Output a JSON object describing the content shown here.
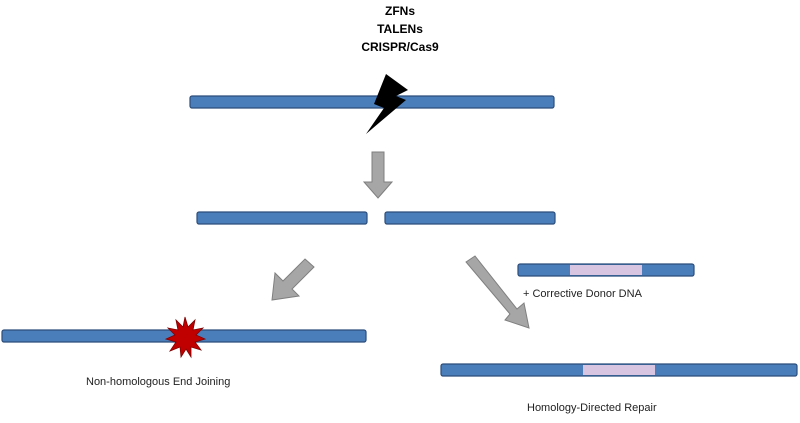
{
  "nucleases": [
    "ZFNs",
    "TALENs",
    "CRISPR/Cas9"
  ],
  "labels": {
    "donor": "+ Corrective Donor DNA",
    "nhej": "Non-homologous End Joining",
    "hdr": "Homology-Directed Repair"
  },
  "colors": {
    "dna_fill": "#4a7ebb",
    "dna_stroke": "#2c4d7a",
    "insert_fill": "#d8c5e2",
    "arrow_fill": "#a6a6a6",
    "arrow_stroke": "#7f7f7f",
    "bolt": "#000000",
    "indel": "#c00000"
  },
  "icons": {
    "cut": "lightning-bolt-icon",
    "indel": "starburst-icon"
  }
}
